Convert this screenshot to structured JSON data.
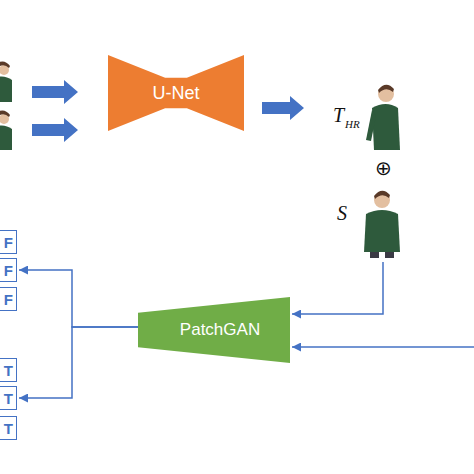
{
  "diagram": {
    "nodes": [
      {
        "text": [
          "U-Net"
        ]
      },
      {
        "text": [
          "F"
        ]
      },
      {
        "text": [
          "F"
        ]
      },
      {
        "text": [
          "F"
        ]
      },
      {
        "text": [
          "PatchGAN"
        ]
      },
      {
        "text": [
          "T"
        ]
      },
      {
        "text": [
          "T"
        ]
      },
      {
        "text": [
          "T"
        ]
      }
    ],
    "edges": [
      {
        "from": 4,
        "to": 2,
        "arrow": "to"
      },
      {
        "from": 4,
        "to": 6,
        "arrow": "to"
      }
    ],
    "labels": [
      "T",
      "HR",
      "⊕",
      "S"
    ]
  }
}
